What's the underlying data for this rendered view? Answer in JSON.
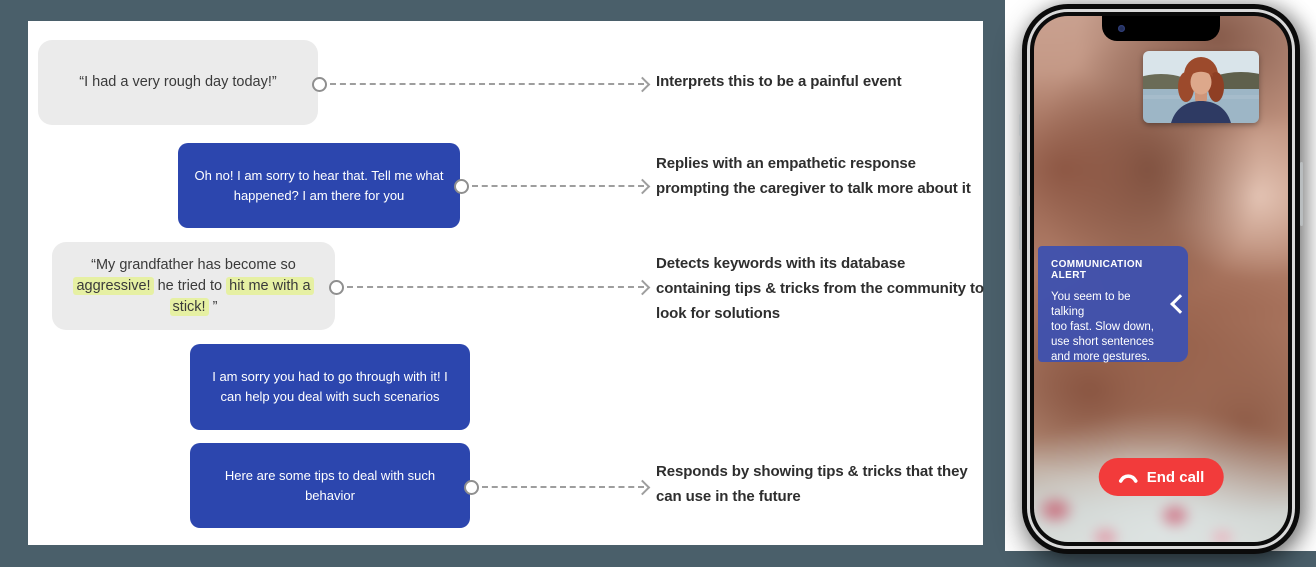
{
  "colors": {
    "bubble_blue": "#2C46AE",
    "bubble_gray": "#EBEBEB",
    "highlight": "#E6F0A3",
    "alert_blue": "#3F51AE",
    "end_call_red": "#F23B3B",
    "background_slate": "#4A5F6A",
    "dash_gray": "#9E9E9E",
    "annotation_text": "#2E2E2E",
    "bubble_text_dark": "#3A3A3A"
  },
  "flow": {
    "rows": [
      {
        "speaker": "caregiver",
        "bubble": {
          "text": "“I had a very rough day today!”"
        },
        "annotation": "Interprets this to be a painful event"
      },
      {
        "speaker": "bot",
        "bubble": {
          "text": "Oh no! I am sorry to hear that. Tell me what happened? I am there for you"
        },
        "annotation": "Replies with an empathetic response prompting the caregiver to talk more about it"
      },
      {
        "speaker": "caregiver",
        "bubble": {
          "segments": [
            {
              "text": "“My grandfather has become so ",
              "hl": false
            },
            {
              "text": "aggressive!",
              "hl": true
            },
            {
              "text": " he tried to ",
              "hl": false
            },
            {
              "text": "hit me with a stick!",
              "hl": true
            },
            {
              "text": " ”",
              "hl": false
            }
          ]
        },
        "annotation": "Detects keywords with its database containing tips & tricks from the community to look for solutions"
      },
      {
        "speaker": "bot",
        "bubble": {
          "text": "I am sorry you had to go through with it! I can help you deal with such scenarios"
        },
        "annotation": ""
      },
      {
        "speaker": "bot",
        "bubble": {
          "text": "Here are some tips to deal with such behavior"
        },
        "annotation": "Responds by showing tips & tricks that they can use in the future"
      }
    ]
  },
  "phone": {
    "alert": {
      "title": "COMMUNICATION ALERT",
      "body_lines": [
        "You seem to be talking",
        "too fast. Slow down,",
        "use short sentences",
        "and more gestures."
      ]
    },
    "end_call_label": "End call",
    "icons": {
      "chevron": "chevron-left-icon",
      "hangup": "phone-hangup-icon",
      "camera": "front-camera-dot"
    }
  }
}
